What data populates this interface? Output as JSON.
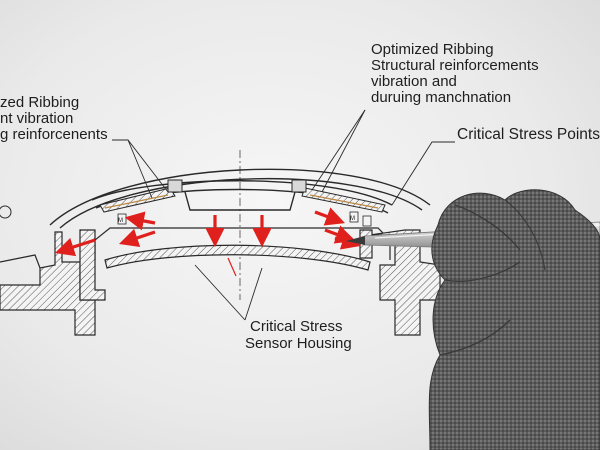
{
  "labels": {
    "left_callout": [
      "zed Ribbing",
      "nt vibration",
      "g reinforcenents"
    ],
    "top_callout": [
      "Optimized Ribbing",
      "Structural reinforcements",
      "vibration and",
      "duruing manchnation"
    ],
    "right_callout": "Critical Stress Points",
    "bottom_callout": [
      "Critical Stress",
      "Sensor Housing"
    ]
  },
  "colors": {
    "line": "#2a2a2a",
    "arrow": "#e0201c",
    "glove": "#5a5a5a",
    "pen": "#b9b9b9",
    "background": "#ececec"
  },
  "icons": [
    "stress-arrow",
    "hatch-section",
    "gloved-hand",
    "pen"
  ]
}
